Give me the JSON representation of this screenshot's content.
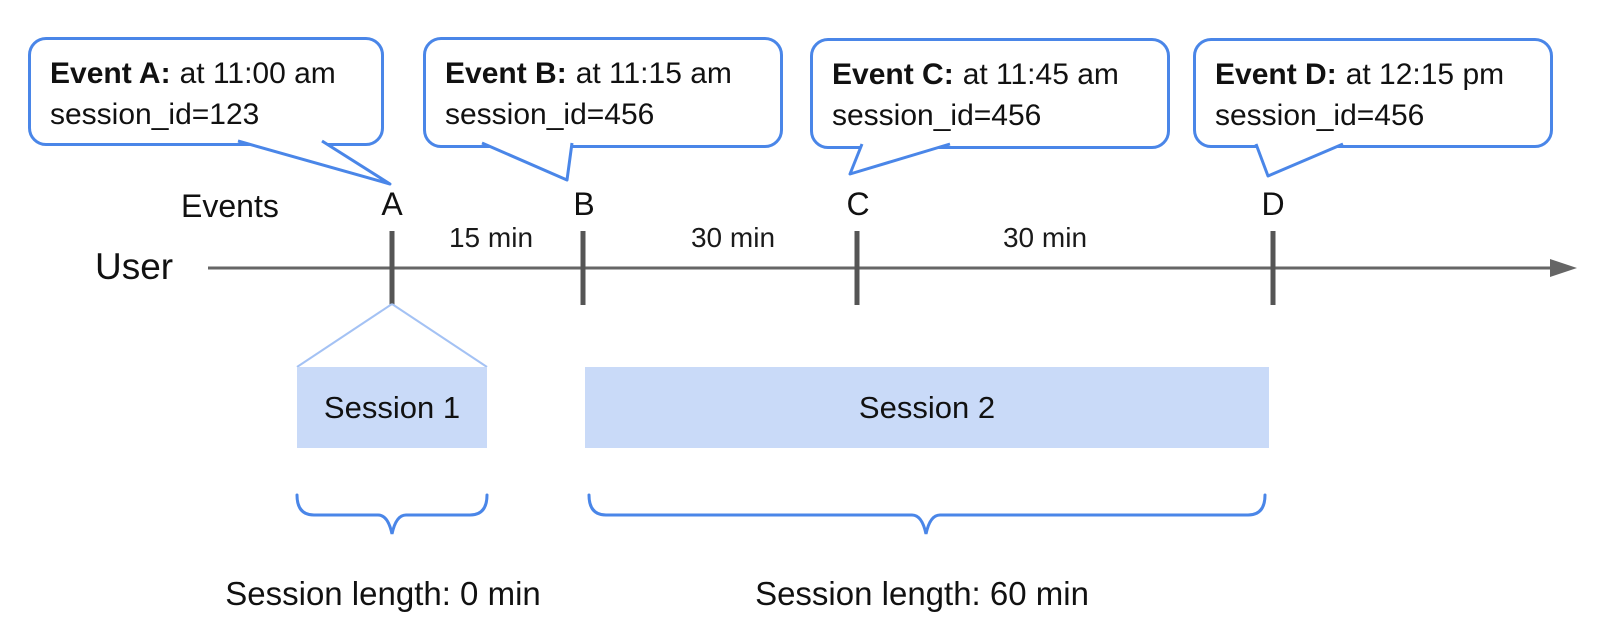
{
  "axis": {
    "events_label": "Events",
    "user_label": "User"
  },
  "event_markers": [
    {
      "letter": "A"
    },
    {
      "letter": "B"
    },
    {
      "letter": "C"
    },
    {
      "letter": "D"
    }
  ],
  "intervals": [
    {
      "label": "15 min"
    },
    {
      "label": "30 min"
    },
    {
      "label": "30 min"
    }
  ],
  "callouts": [
    {
      "title": "Event A:",
      "time": "at 11:00 am",
      "session_id": "session_id=123"
    },
    {
      "title": "Event B:",
      "time": "at 11:15 am",
      "session_id": "session_id=456"
    },
    {
      "title": "Event C:",
      "time": "at 11:45 am",
      "session_id": "session_id=456"
    },
    {
      "title": "Event D:",
      "time": "at 12:15 pm",
      "session_id": "session_id=456"
    }
  ],
  "sessions": [
    {
      "label": "Session 1"
    },
    {
      "label": "Session 2"
    }
  ],
  "session_lengths": [
    {
      "label": "Session length: 0 min"
    },
    {
      "label": "Session length: 60 min"
    }
  ],
  "colors": {
    "callout_border": "#4a86e8",
    "brace": "#4a86e8",
    "funnel_line": "#a4c2f4",
    "session_fill": "#c9daf8",
    "timeline": "#666666",
    "tick": "#555555",
    "text": "#111111"
  }
}
